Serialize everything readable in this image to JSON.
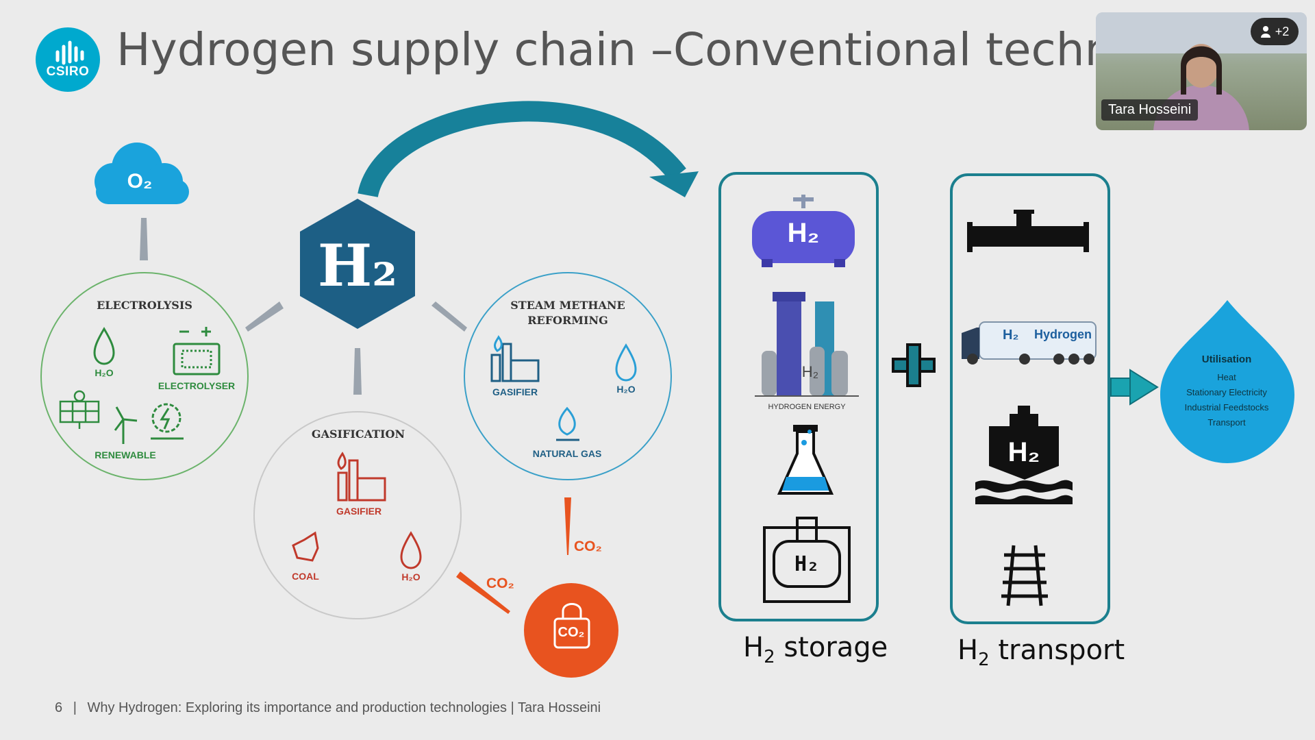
{
  "slide": {
    "title": "Hydrogen supply chain –Conventional technolog",
    "logo_text": "CSIRO",
    "footer": {
      "page": "6",
      "separator": "|",
      "text": "Why Hydrogen: Exploring its importance and production technologies | Tara Hosseini"
    }
  },
  "diagram": {
    "o2_label": "O₂",
    "h2_label": "H₂",
    "electrolysis": {
      "title": "ELECTROLYSIS",
      "h2o": "H₂O",
      "electrolyser": "ELECTROLYSER",
      "renewable": "RENEWABLE"
    },
    "steam_methane": {
      "title_line1": "STEAM METHANE",
      "title_line2": "REFORMING",
      "gasifier": "GASIFIER",
      "h2o": "H₂O",
      "natural_gas": "NATURAL GAS"
    },
    "gasification": {
      "title": "GASIFICATION",
      "gasifier": "GASIFIER",
      "coal": "COAL",
      "h2o": "H₂O"
    },
    "co2_labels": [
      "CO₂",
      "CO₂"
    ],
    "capture_label": "CO₂",
    "storage": {
      "hydrogen_energy": "HYDROGEN ENERGY",
      "tank_label": "H₂",
      "plant_label": "H₂",
      "underground_label": "H₂",
      "caption_main": "H",
      "caption_sub": "2",
      "caption_rest": " storage"
    },
    "transport": {
      "truck_h2": "H₂",
      "truck_text": "Hydrogen",
      "ship_label": "H₂",
      "caption_main": "H",
      "caption_sub": "2",
      "caption_rest": " transport"
    },
    "utilisation": {
      "title": "Utilisation",
      "items": [
        "Heat",
        "Stationary Electricity",
        "Industrial Feedstocks",
        "Transport"
      ]
    }
  },
  "video_call": {
    "participant_name": "Tara Hosseini",
    "extra_participants": "+2"
  },
  "colors": {
    "teal": "#1b7f8e",
    "electrolysis_green": "#2e8b3e",
    "gasification_red": "#c0392b",
    "smr_blue": "#1f5f85",
    "co2_orange": "#e8531f",
    "h2_hex": "#1d5f85",
    "cloud_blue": "#1aa3dc"
  }
}
